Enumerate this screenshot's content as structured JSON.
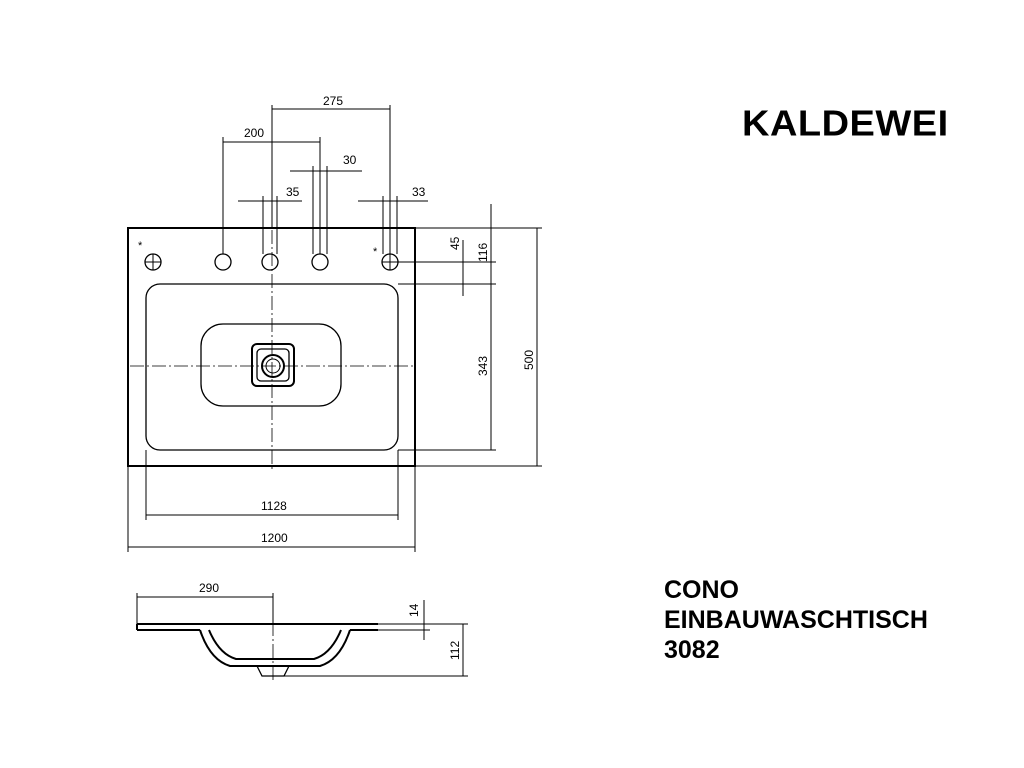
{
  "brand": {
    "logo_text": "KALDEWEI"
  },
  "product": {
    "line1": "CONO",
    "line2": "EINBAUWASCHTISCH",
    "line3": "3082"
  },
  "dimensions": {
    "tap_spacing": "275",
    "tap_offset": "200",
    "tap_right": "30",
    "tap_left_dia": "35",
    "tap_far_right": "33",
    "hole_edge": "45",
    "hole_depth": "116",
    "bowl_depth": "343",
    "total_depth": "500",
    "inner_width": "1128",
    "total_width": "1200",
    "section_width": "290",
    "rim_height": "14",
    "total_height": "112"
  },
  "markers": {
    "option_star": "*"
  }
}
